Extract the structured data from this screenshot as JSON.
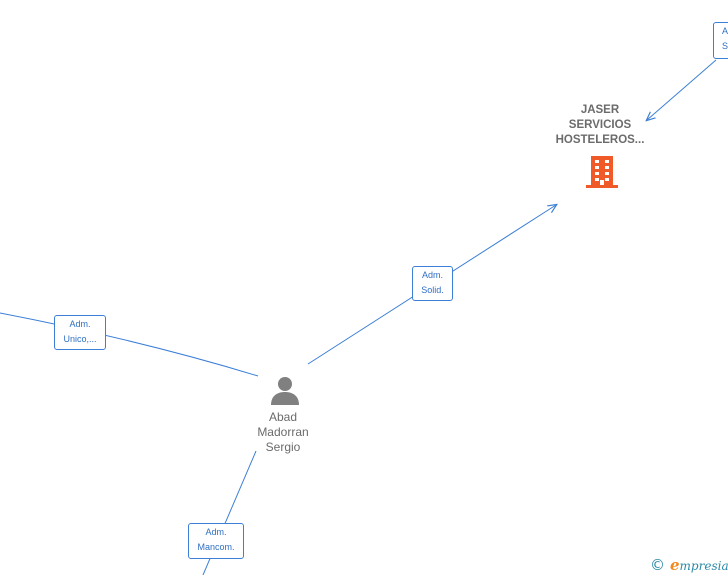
{
  "nodes": {
    "company": {
      "name_lines": [
        "JASER",
        "SERVICIOS",
        "HOSTELEROS..."
      ],
      "icon": "building-icon",
      "color": "#f05a28"
    },
    "person": {
      "name_lines": [
        "Abad",
        "Madorran",
        "Sergio"
      ],
      "icon": "person-icon",
      "color": "#808080"
    }
  },
  "edges": [
    {
      "id": "top-right",
      "label_lines": [
        "A",
        "S"
      ]
    },
    {
      "id": "solid",
      "label_lines": [
        "Adm.",
        "Solid."
      ]
    },
    {
      "id": "unico",
      "label_lines": [
        "Adm.",
        "Unico,..."
      ]
    },
    {
      "id": "mancom",
      "label_lines": [
        "Adm.",
        "Mancom."
      ]
    }
  ],
  "colors": {
    "edge": "#3c7fd6",
    "label_text": "#2f6fc4"
  },
  "watermark": {
    "symbol": "©",
    "brand_initial": "e",
    "brand_rest": "mpresia"
  }
}
